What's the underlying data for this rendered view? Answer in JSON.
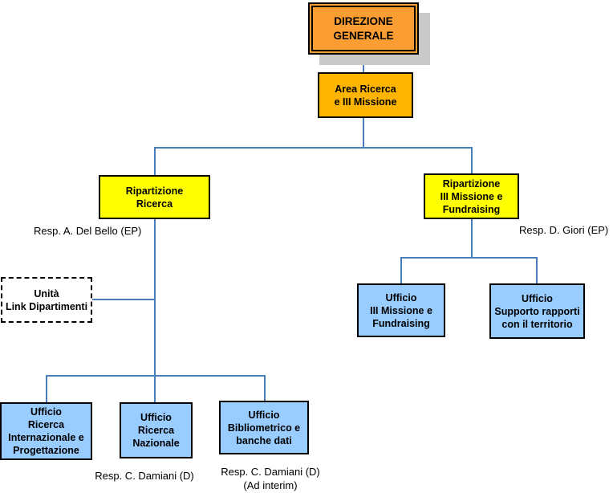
{
  "diagram": {
    "type": "org-chart",
    "colors": {
      "root_fill": "#FA9D33",
      "staff_fill": "#FFB400",
      "division_fill": "#FFFF00",
      "office_fill": "#99CCFF",
      "unit_fill": "#FFFFFF",
      "connector": "#4A7EBB",
      "border": "#000000",
      "shadow": "#C9C9C9"
    },
    "nodes": {
      "direzione_generale": {
        "lines": [
          "DIREZIONE",
          "GENERALE"
        ]
      },
      "area_ricerca": {
        "lines": [
          "Area Ricerca",
          "e III Missione"
        ]
      },
      "ripartizione_ricerca": {
        "lines": [
          "Ripartizione",
          "Ricerca"
        ]
      },
      "ripartizione_iii_missione": {
        "lines": [
          "Ripartizione",
          "III Missione e",
          "Fundraising"
        ]
      },
      "unita_link_dipartimenti": {
        "lines": [
          "Unità",
          "Link Dipartimenti"
        ]
      },
      "ufficio_iii_missione": {
        "lines": [
          "Ufficio",
          "III Missione e",
          "Fundraising"
        ]
      },
      "ufficio_supporto": {
        "lines": [
          "Ufficio",
          "Supporto rapporti",
          "con il territorio"
        ]
      },
      "ufficio_internazionale": {
        "lines": [
          "Ufficio",
          "Ricerca",
          "Internazionale e",
          "Progettazione"
        ]
      },
      "ufficio_nazionale": {
        "lines": [
          "Ufficio",
          "Ricerca",
          "Nazionale"
        ]
      },
      "ufficio_bibliometrico": {
        "lines": [
          "Ufficio",
          "Bibliometrico e",
          "banche dati"
        ]
      }
    },
    "captions": {
      "resp_ripartizione_ricerca": "Resp. A. Del Bello (EP)",
      "resp_ripartizione_iii_missione": "Resp. D. Giori (EP)",
      "resp_ufficio_nazionale": "Resp. C. Damiani (D)",
      "resp_ufficio_bibliometrico_line1": "Resp. C. Damiani (D)",
      "resp_ufficio_bibliometrico_line2": "(Ad interim)"
    },
    "hierarchy": [
      {
        "parent": "DIREZIONE GENERALE",
        "child": "Area Ricerca e III Missione"
      },
      {
        "parent": "Area Ricerca e III Missione",
        "child": "Ripartizione Ricerca"
      },
      {
        "parent": "Area Ricerca e III Missione",
        "child": "Ripartizione III Missione e Fundraising"
      },
      {
        "parent": "Ripartizione Ricerca",
        "child": "Unità Link Dipartimenti"
      },
      {
        "parent": "Ripartizione Ricerca",
        "child": "Ufficio Ricerca Internazionale e Progettazione"
      },
      {
        "parent": "Ripartizione Ricerca",
        "child": "Ufficio Ricerca Nazionale"
      },
      {
        "parent": "Ripartizione Ricerca",
        "child": "Ufficio Bibliometrico e banche dati"
      },
      {
        "parent": "Ripartizione III Missione e Fundraising",
        "child": "Ufficio III Missione e Fundraising"
      },
      {
        "parent": "Ripartizione III Missione e Fundraising",
        "child": "Ufficio Supporto rapporti con il territorio"
      }
    ]
  }
}
